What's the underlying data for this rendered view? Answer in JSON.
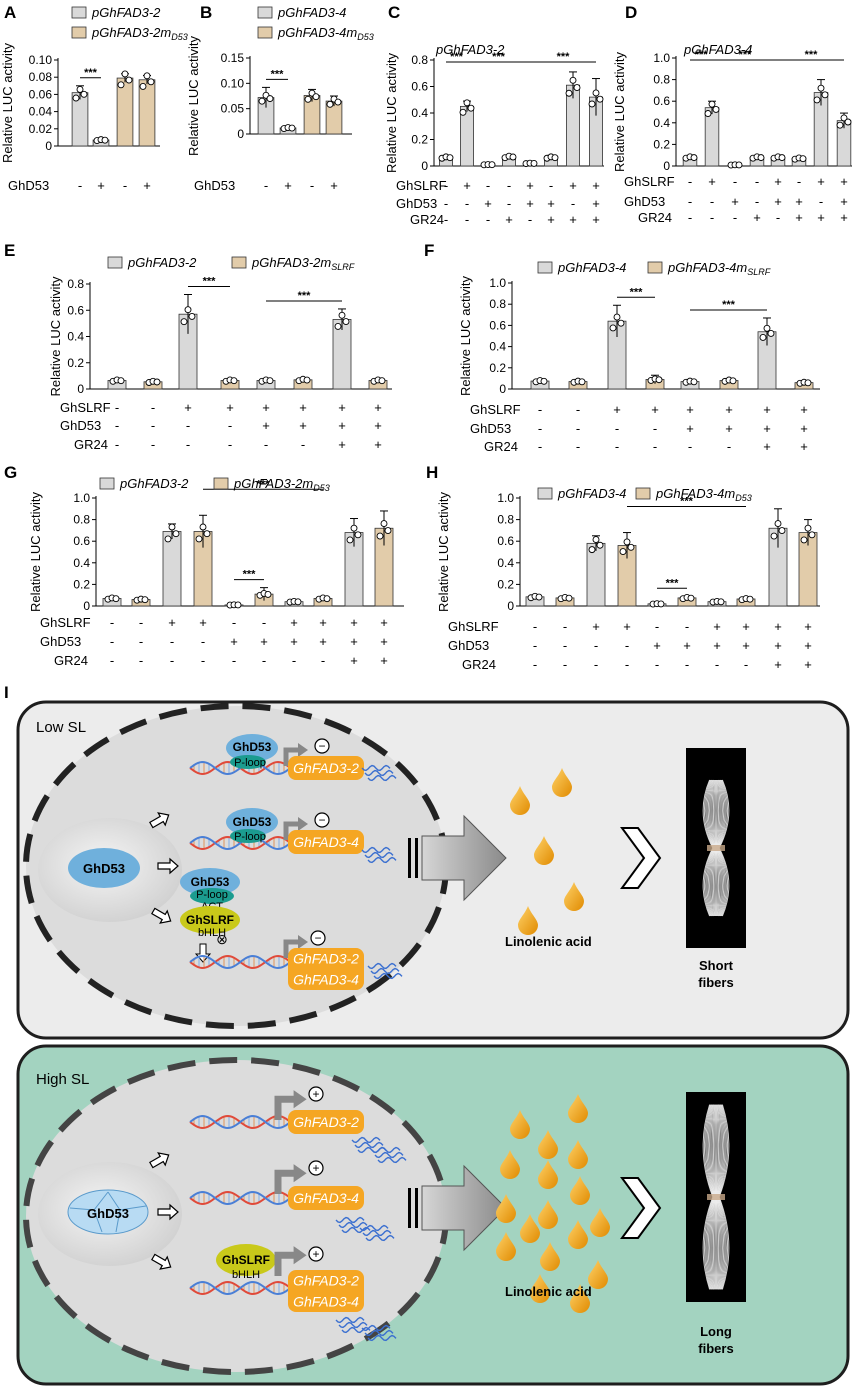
{
  "colors": {
    "gray": "#d9d9d9",
    "tan": "#e2ccaa",
    "orange": "#f5a623",
    "dna_blue": "#4a7fd6",
    "dna_red": "#e04a3a",
    "protein_blue": "#6fb0dc",
    "protein_teal": "#1b9c8f",
    "protein_yellow": "#c9c91a",
    "high_sl_bg": "#a3d3c0",
    "low_sl_bg": "#ececec",
    "drop": "#f2a20f"
  },
  "chart_data": [
    {
      "id": "A",
      "panel_label": "A",
      "type": "bar",
      "ylabel": "Relative LUC activity",
      "ylim": [
        0,
        0.1
      ],
      "yticks": [
        "0",
        "0.02",
        "0.04",
        "0.06",
        "0.08",
        "0.10"
      ],
      "series": [
        {
          "name": "pGhFAD3-2"
        },
        {
          "name": "pGhFAD3-2m",
          "subscript": "D53"
        }
      ],
      "values": [
        0.062,
        0.007,
        0.079,
        0.077
      ],
      "errors": [
        0.008,
        0.001,
        0.005,
        0.005
      ],
      "colors": [
        "gray",
        "gray",
        "tan",
        "tan"
      ],
      "sig": [
        {
          "from": 0,
          "to": 1,
          "label": "***"
        }
      ],
      "rows": [
        {
          "label": "GhD53",
          "cells": [
            "-",
            "+",
            "-",
            "+"
          ]
        }
      ]
    },
    {
      "id": "B",
      "panel_label": "B",
      "type": "bar",
      "ylabel": "Relative LUC activity",
      "ylim": [
        0,
        0.15
      ],
      "yticks": [
        "0",
        "0.05",
        "0.10",
        "0.15"
      ],
      "series": [
        {
          "name": "pGhFAD3-4"
        },
        {
          "name": "pGhFAD3-4m",
          "subscript": "D53"
        }
      ],
      "values": [
        0.072,
        0.012,
        0.076,
        0.065
      ],
      "errors": [
        0.02,
        0.004,
        0.012,
        0.01
      ],
      "colors": [
        "gray",
        "gray",
        "tan",
        "tan"
      ],
      "sig": [
        {
          "from": 0,
          "to": 1,
          "label": "***"
        }
      ],
      "rows": [
        {
          "label": "GhD53",
          "cells": [
            "-",
            "+",
            "-",
            "+"
          ]
        }
      ]
    },
    {
      "id": "C",
      "panel_label": "C",
      "type": "bar",
      "title": "pGhFAD3-2",
      "ylabel": "Relative LUC activity",
      "ylim": [
        0,
        0.8
      ],
      "yticks": [
        "0",
        "0.2",
        "0.4",
        "0.6",
        "0.8"
      ],
      "values": [
        0.065,
        0.45,
        0.01,
        0.07,
        0.02,
        0.065,
        0.61,
        0.52
      ],
      "errors": [
        0.01,
        0.04,
        0.003,
        0.01,
        0.008,
        0.015,
        0.1,
        0.14
      ],
      "colors": [
        "gray",
        "gray",
        "gray",
        "gray",
        "gray",
        "gray",
        "gray",
        "gray"
      ],
      "sig": [
        {
          "from": 0,
          "to": 1,
          "label": "***"
        },
        {
          "from": 1,
          "to": 4,
          "label": "***"
        },
        {
          "from": 4,
          "to": 7,
          "label": "***"
        }
      ],
      "rows": [
        {
          "label": "GhSLRF",
          "cells": [
            "-",
            "+",
            "-",
            "-",
            "+",
            "-",
            "+",
            "+"
          ]
        },
        {
          "label": "GhD53",
          "cells": [
            "-",
            "-",
            "+",
            "-",
            "+",
            "+",
            "-",
            "+"
          ]
        },
        {
          "label": "GR24",
          "cells": [
            "-",
            "-",
            "-",
            "+",
            "-",
            "+",
            "+",
            "+"
          ]
        }
      ]
    },
    {
      "id": "D",
      "panel_label": "D",
      "type": "bar",
      "title": "pGhFAD3-4",
      "ylabel": "Relative LUC activity",
      "ylim": [
        0,
        1.0
      ],
      "yticks": [
        "0",
        "0.2",
        "0.4",
        "0.6",
        "0.8",
        "1.0"
      ],
      "values": [
        0.08,
        0.54,
        0.01,
        0.08,
        0.08,
        0.07,
        0.68,
        0.42
      ],
      "errors": [
        0.015,
        0.06,
        0.003,
        0.012,
        0.015,
        0.01,
        0.12,
        0.07
      ],
      "colors": [
        "gray",
        "gray",
        "gray",
        "gray",
        "gray",
        "gray",
        "gray",
        "gray"
      ],
      "sig": [
        {
          "from": 0,
          "to": 1,
          "label": "***"
        },
        {
          "from": 1,
          "to": 4,
          "label": "***"
        },
        {
          "from": 4,
          "to": 7,
          "label": "***"
        }
      ],
      "rows": [
        {
          "label": "GhSLRF",
          "cells": [
            "-",
            "+",
            "-",
            "-",
            "+",
            "-",
            "+",
            "+"
          ]
        },
        {
          "label": "GhD53",
          "cells": [
            "-",
            "-",
            "+",
            "-",
            "+",
            "+",
            "-",
            "+"
          ]
        },
        {
          "label": "GR24",
          "cells": [
            "-",
            "-",
            "-",
            "+",
            "-",
            "+",
            "+",
            "+"
          ]
        }
      ]
    },
    {
      "id": "E",
      "panel_label": "E",
      "type": "bar",
      "ylabel": "Relative LUC activity",
      "ylim": [
        0,
        0.8
      ],
      "yticks": [
        "0",
        "0.2",
        "0.4",
        "0.6",
        "0.8"
      ],
      "series": [
        {
          "name": "pGhFAD3-2"
        },
        {
          "name": "pGhFAD3-2m",
          "subscript": "SLRF"
        }
      ],
      "values": [
        0.065,
        0.055,
        0.57,
        0.065,
        0.065,
        0.07,
        0.53,
        0.065
      ],
      "errors": [
        0.005,
        0.012,
        0.15,
        0.01,
        0.008,
        0.008,
        0.08,
        0.006
      ],
      "colors": [
        "gray",
        "tan",
        "gray",
        "tan",
        "gray",
        "tan",
        "gray",
        "tan"
      ],
      "sig": [
        {
          "from": 2,
          "to": 3,
          "label": "***"
        },
        {
          "from": 4,
          "to": 6,
          "label": "***"
        }
      ],
      "rows": [
        {
          "label": "GhSLRF",
          "cells": [
            "-",
            "-",
            "+",
            "+",
            "+",
            "+",
            "+",
            "+"
          ]
        },
        {
          "label": "GhD53",
          "cells": [
            "-",
            "-",
            "-",
            "-",
            "+",
            "+",
            "+",
            "+"
          ]
        },
        {
          "label": "GR24",
          "cells": [
            "-",
            "-",
            "-",
            "-",
            "-",
            "-",
            "+",
            "+"
          ]
        }
      ]
    },
    {
      "id": "F",
      "panel_label": "F",
      "type": "bar",
      "ylabel": "Relative LUC activity",
      "ylim": [
        0,
        1.0
      ],
      "yticks": [
        "0",
        "0.2",
        "0.4",
        "0.6",
        "0.8",
        "1.0"
      ],
      "series": [
        {
          "name": "pGhFAD3-4"
        },
        {
          "name": "pGhFAD3-4m",
          "subscript": "SLRF"
        }
      ],
      "values": [
        0.075,
        0.07,
        0.64,
        0.09,
        0.07,
        0.08,
        0.54,
        0.06
      ],
      "errors": [
        0.012,
        0.02,
        0.15,
        0.04,
        0.02,
        0.012,
        0.13,
        0.01
      ],
      "colors": [
        "gray",
        "tan",
        "gray",
        "tan",
        "gray",
        "tan",
        "gray",
        "tan"
      ],
      "sig": [
        {
          "from": 2,
          "to": 3,
          "label": "***"
        },
        {
          "from": 4,
          "to": 6,
          "label": "***"
        }
      ],
      "rows": [
        {
          "label": "GhSLRF",
          "cells": [
            "-",
            "-",
            "+",
            "+",
            "+",
            "+",
            "+",
            "+"
          ]
        },
        {
          "label": "GhD53",
          "cells": [
            "-",
            "-",
            "-",
            "-",
            "+",
            "+",
            "+",
            "+"
          ]
        },
        {
          "label": "GR24",
          "cells": [
            "-",
            "-",
            "-",
            "-",
            "-",
            "-",
            "+",
            "+"
          ]
        }
      ]
    },
    {
      "id": "G",
      "panel_label": "G",
      "type": "bar",
      "ylabel": "Relative LUC activity",
      "ylim": [
        0,
        1.0
      ],
      "yticks": [
        "0",
        "0.2",
        "0.4",
        "0.6",
        "0.8",
        "1.0"
      ],
      "series": [
        {
          "name": "pGhFAD3-2"
        },
        {
          "name": "pGhFAD3-2m",
          "subscript": "D53"
        }
      ],
      "values": [
        0.07,
        0.06,
        0.69,
        0.69,
        0.01,
        0.11,
        0.04,
        0.07,
        0.68,
        0.72
      ],
      "errors": [
        0.01,
        0.015,
        0.07,
        0.15,
        0.003,
        0.06,
        0.015,
        0.015,
        0.13,
        0.16
      ],
      "colors": [
        "gray",
        "tan",
        "gray",
        "tan",
        "gray",
        "tan",
        "gray",
        "tan",
        "gray",
        "tan"
      ],
      "sig": [
        {
          "from": 4,
          "to": 5,
          "label": "***"
        },
        {
          "from": 3,
          "to": 7,
          "label": "***"
        }
      ],
      "rows": [
        {
          "label": "GhSLRF",
          "cells": [
            "-",
            "-",
            "+",
            "+",
            "-",
            "-",
            "+",
            "+",
            "+",
            "+"
          ]
        },
        {
          "label": "GhD53",
          "cells": [
            "-",
            "-",
            "-",
            "-",
            "+",
            "+",
            "+",
            "+",
            "+",
            "+"
          ]
        },
        {
          "label": "GR24",
          "cells": [
            "-",
            "-",
            "-",
            "-",
            "-",
            "-",
            "-",
            "-",
            "+",
            "+"
          ]
        }
      ]
    },
    {
      "id": "H",
      "panel_label": "H",
      "type": "bar",
      "ylabel": "Relative LUC activity",
      "ylim": [
        0,
        1.0
      ],
      "yticks": [
        "0",
        "0.2",
        "0.4",
        "0.6",
        "0.8",
        "1.0"
      ],
      "series": [
        {
          "name": "pGhFAD3-4"
        },
        {
          "name": "pGhFAD3-4m",
          "subscript": "D53"
        }
      ],
      "values": [
        0.085,
        0.075,
        0.58,
        0.56,
        0.02,
        0.075,
        0.04,
        0.065,
        0.72,
        0.68
      ],
      "errors": [
        0.012,
        0.015,
        0.07,
        0.12,
        0.005,
        0.015,
        0.015,
        0.012,
        0.18,
        0.12
      ],
      "colors": [
        "gray",
        "tan",
        "gray",
        "tan",
        "gray",
        "tan",
        "gray",
        "tan",
        "gray",
        "tan"
      ],
      "sig": [
        {
          "from": 4,
          "to": 5,
          "label": "***"
        },
        {
          "from": 3,
          "to": 7,
          "label": "***"
        }
      ],
      "rows": [
        {
          "label": "GhSLRF",
          "cells": [
            "-",
            "-",
            "+",
            "+",
            "-",
            "-",
            "+",
            "+",
            "+",
            "+"
          ]
        },
        {
          "label": "GhD53",
          "cells": [
            "-",
            "-",
            "-",
            "-",
            "+",
            "+",
            "+",
            "+",
            "+",
            "+"
          ]
        },
        {
          "label": "GR24",
          "cells": [
            "-",
            "-",
            "-",
            "-",
            "-",
            "-",
            "-",
            "-",
            "+",
            "+"
          ]
        }
      ]
    }
  ],
  "diagram": {
    "panel_label": "I",
    "low": {
      "title": "Low SL",
      "nucleus_protein": "GhD53",
      "d53": "GhD53",
      "ploop": "P-loop",
      "act": "ACT",
      "slrf": "GhSLRF",
      "bhlh": "bHLH",
      "gene1": "GhFAD3-2",
      "gene2": "GhFAD3-4",
      "minus": "−",
      "cross": "⊗",
      "product": "Linolenic acid",
      "fiber_line1": "Short",
      "fiber_line2": "fibers"
    },
    "high": {
      "title": "High SL",
      "nucleus_protein": "GhD53",
      "slrf": "GhSLRF",
      "bhlh": "bHLH",
      "gene1": "GhFAD3-2",
      "gene2": "GhFAD3-4",
      "plus": "+",
      "product": "Linolenic acid",
      "fiber_line1": "Long",
      "fiber_line2": "fibers"
    }
  }
}
